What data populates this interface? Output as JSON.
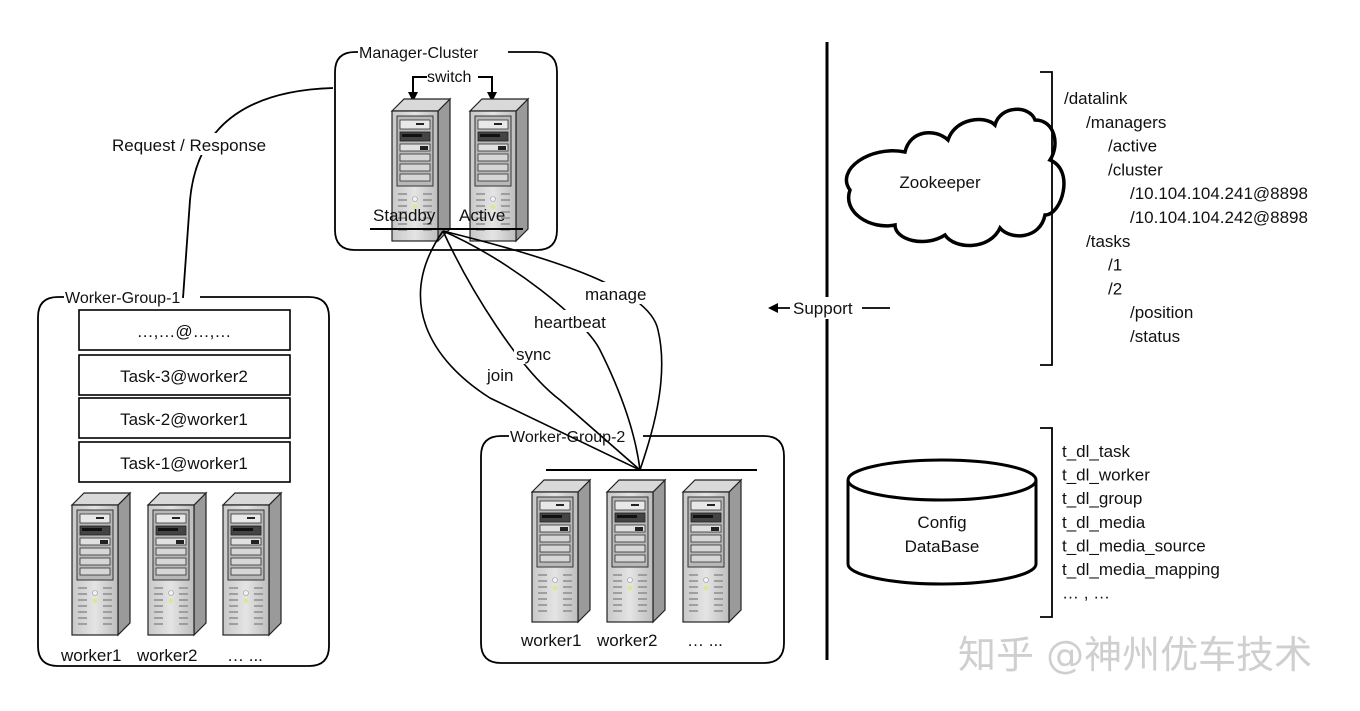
{
  "manager_cluster": {
    "title": "Manager-Cluster",
    "switch_label": "switch",
    "servers": [
      {
        "label": "Standby"
      },
      {
        "label": "Active"
      }
    ]
  },
  "request_response_label": "Request / Response",
  "worker_group_1": {
    "title": "Worker-Group-1",
    "tasks": [
      "…,…@…,…",
      "Task-3@worker2",
      "Task-2@worker1",
      "Task-1@worker1"
    ],
    "workers": [
      "worker1",
      "worker2",
      "… ..."
    ]
  },
  "connections": {
    "labels": [
      "manage",
      "heartbeat",
      "sync",
      "join"
    ]
  },
  "worker_group_2": {
    "title": "Worker-Group-2",
    "workers": [
      "worker1",
      "worker2",
      "… ..."
    ]
  },
  "support_label": "Support",
  "zookeeper": {
    "label": "Zookeeper",
    "tree": [
      {
        "text": "/datalink",
        "level": 0
      },
      {
        "text": "/managers",
        "level": 1
      },
      {
        "text": "/active",
        "level": 2
      },
      {
        "text": "/cluster",
        "level": 2
      },
      {
        "text": "/10.104.104.241@8898",
        "level": 3
      },
      {
        "text": "/10.104.104.242@8898",
        "level": 3
      },
      {
        "text": "/tasks",
        "level": 1
      },
      {
        "text": "/1",
        "level": 2
      },
      {
        "text": "/2",
        "level": 2
      },
      {
        "text": "/position",
        "level": 3
      },
      {
        "text": "/status",
        "level": 3
      }
    ]
  },
  "config_db": {
    "label_line1": "Config",
    "label_line2": "DataBase",
    "tables": [
      "t_dl_task",
      "t_dl_worker",
      "t_dl_group",
      "t_dl_media",
      "t_dl_media_source",
      "t_dl_media_mapping",
      "… , …"
    ]
  },
  "watermark": "知乎 @神州优车技术"
}
